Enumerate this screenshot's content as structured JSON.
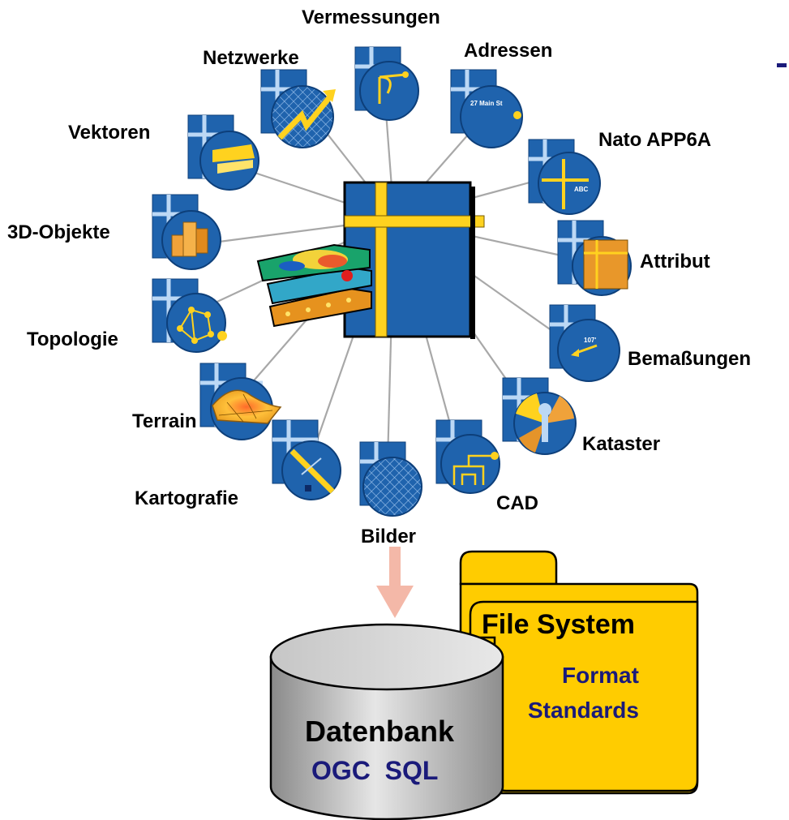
{
  "center": {
    "label": ""
  },
  "categories": [
    {
      "key": "vermessungen",
      "label": "Vermessungen"
    },
    {
      "key": "netzwerke",
      "label": "Netzwerke"
    },
    {
      "key": "adressen",
      "label": "Adressen",
      "icon_text": "27 Main St"
    },
    {
      "key": "vektoren",
      "label": "Vektoren"
    },
    {
      "key": "nato",
      "label": "Nato APP6A",
      "icon_text": "ABC"
    },
    {
      "key": "objekte3d",
      "label": "3D-Objekte"
    },
    {
      "key": "attribut",
      "label": "Attribut"
    },
    {
      "key": "topologie",
      "label": "Topologie"
    },
    {
      "key": "bemassungen",
      "label": "Bemaßungen",
      "icon_text": "107'"
    },
    {
      "key": "terrain",
      "label": "Terrain"
    },
    {
      "key": "kataster",
      "label": "Kataster"
    },
    {
      "key": "kartografie",
      "label": "Kartografie"
    },
    {
      "key": "cad",
      "label": "CAD"
    },
    {
      "key": "bilder",
      "label": "Bilder"
    }
  ],
  "file_system": {
    "title": "File System",
    "line1": "Format",
    "line2": "Standards"
  },
  "database": {
    "title": "Datenbank",
    "subtitle": "OGC  SQL"
  },
  "colors": {
    "doc_blue": "#1f63ad",
    "doc_blue_dark": "#0d3f7a",
    "yellow": "#ffd21f",
    "folder_yellow": "#ffcc00",
    "arrow_pink": "#f4b8a8",
    "db_grey": "#b4b4b4",
    "connector": "#a8a8a8"
  }
}
